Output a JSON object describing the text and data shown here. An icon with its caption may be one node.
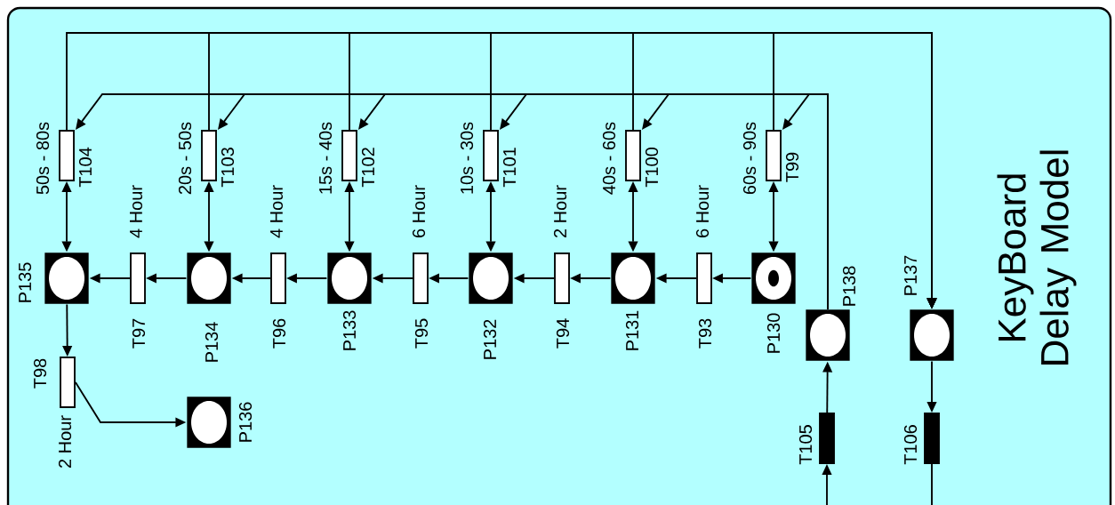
{
  "diagram": {
    "title": "KeyBoard Delay Model",
    "nodes": [
      {
        "text": [
          "T104"
        ],
        "beside": [
          "50s - 80s"
        ]
      },
      {
        "text": [
          "T103"
        ],
        "beside": [
          "20s - 50s"
        ]
      },
      {
        "text": [
          "T102"
        ],
        "beside": [
          "15s - 40s"
        ]
      },
      {
        "text": [
          "T101"
        ],
        "beside": [
          "10s - 30s"
        ]
      },
      {
        "text": [
          "T100"
        ],
        "beside": [
          "40s - 60s"
        ]
      },
      {
        "text": [
          "T99"
        ],
        "beside": [
          "60s - 90s"
        ]
      },
      {
        "text": [
          "P135"
        ]
      },
      {
        "text": [
          "T97"
        ],
        "beside": [
          "4 Hour"
        ]
      },
      {
        "text": [
          "P134"
        ]
      },
      {
        "text": [
          "T96"
        ],
        "beside": [
          "4 Hour"
        ]
      },
      {
        "text": [
          "P133"
        ]
      },
      {
        "text": [
          "T95"
        ],
        "beside": [
          "6 Hour"
        ]
      },
      {
        "text": [
          "P132"
        ]
      },
      {
        "text": [
          "T94"
        ],
        "beside": [
          "2 Hour"
        ]
      },
      {
        "text": [
          "P131"
        ]
      },
      {
        "text": [
          "T93"
        ],
        "beside": [
          "6 Hour"
        ]
      },
      {
        "text": [
          "P130"
        ]
      },
      {
        "text": [
          "P138"
        ]
      },
      {
        "text": [
          "P137"
        ]
      },
      {
        "text": [
          "T98"
        ],
        "beside": [
          "2 Hour"
        ]
      },
      {
        "text": [
          "P136"
        ]
      },
      {
        "text": [
          "T105"
        ]
      },
      {
        "text": [
          "T106"
        ]
      }
    ],
    "edges": [
      {
        "from": 0,
        "to": 18,
        "arrow": "to"
      },
      {
        "from": 1,
        "to": 18,
        "arrow": "to"
      },
      {
        "from": 2,
        "to": 18,
        "arrow": "to"
      },
      {
        "from": 3,
        "to": 18,
        "arrow": "to"
      },
      {
        "from": 4,
        "to": 18,
        "arrow": "to"
      },
      {
        "from": 5,
        "to": 18,
        "arrow": "to"
      },
      {
        "from": 17,
        "to": 0,
        "arrow": "to"
      },
      {
        "from": 17,
        "to": 1,
        "arrow": "to"
      },
      {
        "from": 17,
        "to": 2,
        "arrow": "to"
      },
      {
        "from": 17,
        "to": 3,
        "arrow": "to"
      },
      {
        "from": 17,
        "to": 4,
        "arrow": "to"
      },
      {
        "from": 17,
        "to": 5,
        "arrow": "to"
      },
      {
        "from": 0,
        "to": 6,
        "arrow": "both"
      },
      {
        "from": 1,
        "to": 8,
        "arrow": "both"
      },
      {
        "from": 2,
        "to": 10,
        "arrow": "both"
      },
      {
        "from": 3,
        "to": 12,
        "arrow": "both"
      },
      {
        "from": 4,
        "to": 14,
        "arrow": "both"
      },
      {
        "from": 5,
        "to": 16,
        "arrow": "both"
      },
      {
        "from": 16,
        "to": 15,
        "arrow": "to"
      },
      {
        "from": 15,
        "to": 14,
        "arrow": "to"
      },
      {
        "from": 14,
        "to": 13,
        "arrow": "to"
      },
      {
        "from": 13,
        "to": 12,
        "arrow": "to"
      },
      {
        "from": 12,
        "to": 11,
        "arrow": "to"
      },
      {
        "from": 11,
        "to": 10,
        "arrow": "to"
      },
      {
        "from": 10,
        "to": 9,
        "arrow": "to"
      },
      {
        "from": 9,
        "to": 8,
        "arrow": "to"
      },
      {
        "from": 8,
        "to": 7,
        "arrow": "to"
      },
      {
        "from": 7,
        "to": 6,
        "arrow": "to"
      },
      {
        "from": 6,
        "to": 19,
        "arrow": "to"
      },
      {
        "from": 19,
        "to": 20,
        "arrow": "to"
      },
      {
        "from": 21,
        "to": 17,
        "arrow": "to"
      },
      {
        "from": null,
        "to": 21,
        "arrow": "to"
      },
      {
        "from": 18,
        "to": 22,
        "arrow": "to"
      },
      {
        "from": 22,
        "to": null,
        "arrow": "none"
      }
    ]
  }
}
